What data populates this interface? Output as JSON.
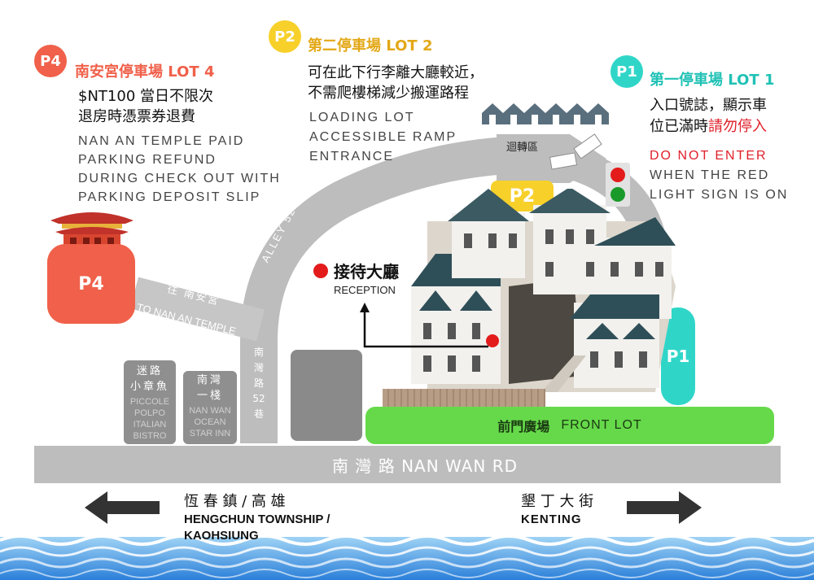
{
  "colors": {
    "p4": "#f0604a",
    "p2": "#f7d02a",
    "p1": "#2fd6c8",
    "front_lot": "#66d94a",
    "road": "#bdbdbd",
    "red_text": "#e0202a",
    "sea": "#2a8fe0"
  },
  "p4": {
    "badge": "P4",
    "title": "南安宮停車場  LOT 4",
    "line1": "$NT100 當日不限次",
    "line2": "退房時憑票券退費",
    "en": [
      "NAN AN TEMPLE PAID",
      "PARKING REFUND",
      "DURING CHECK OUT WITH",
      "PARKING DEPOSIT SLIP"
    ],
    "block_label": "P4"
  },
  "p2": {
    "badge": "P2",
    "title": "第二停車場  LOT 2",
    "line1": "可在此下行李離大廳較近，",
    "line2": "不需爬樓梯減少搬運路程",
    "en": [
      "LOADING LOT",
      "ACCESSIBLE RAMP",
      "ENTRANCE"
    ],
    "block_label": "P2",
    "turnaround": "迴轉區"
  },
  "p1": {
    "badge": "P1",
    "title": "第一停車場  LOT 1",
    "line1": "入口號誌，顯示車",
    "line2a": "位已滿時",
    "line2b": "請勿停入",
    "en1": "DO NOT ENTER",
    "en2": "WHEN THE RED",
    "en3": "LIGHT SIGN IS ON",
    "block_label": "P1"
  },
  "reception": {
    "zh": "接待大廳",
    "en": "RECEPTION"
  },
  "roads": {
    "alley": "ALLEY 52",
    "to_temple_zh": "往 南安宮",
    "to_temple_en": "TO NAN AN TEMPLE",
    "lane_vertical": [
      "南",
      "灣",
      "路",
      "52",
      "巷"
    ],
    "main_road": "南 灣 路  NAN WAN RD"
  },
  "shops": [
    {
      "zh": [
        "迷路",
        "小章魚"
      ],
      "en": [
        "PICCOLE",
        "POLPO",
        "ITALIAN",
        "BISTRO"
      ]
    },
    {
      "zh": [
        "南灣",
        "一棧"
      ],
      "en": [
        "NAN WAN",
        "OCEAN",
        "STAR INN"
      ]
    }
  ],
  "front_lot": {
    "zh": "前門廣場",
    "en": "FRONT LOT"
  },
  "directions": {
    "left_zh": "恆 春 鎮 / 高 雄",
    "left_en1": "HENGCHUN TOWNSHIP /",
    "left_en2": "KAOHSIUNG",
    "right_zh": "墾 丁 大 街",
    "right_en": "KENTING"
  }
}
